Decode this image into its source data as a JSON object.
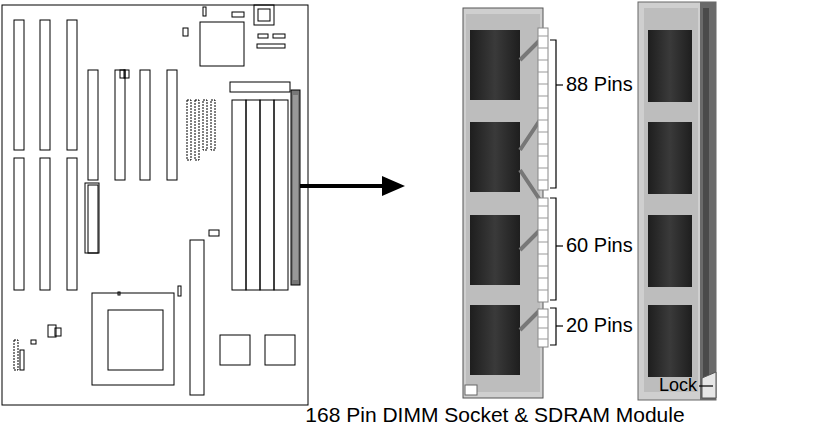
{
  "diagram": {
    "caption": "168 Pin DIMM Socket & SDRAM Module",
    "labels": [
      "88 Pins",
      "60 Pins",
      "20 Pins",
      "Lock"
    ]
  }
}
